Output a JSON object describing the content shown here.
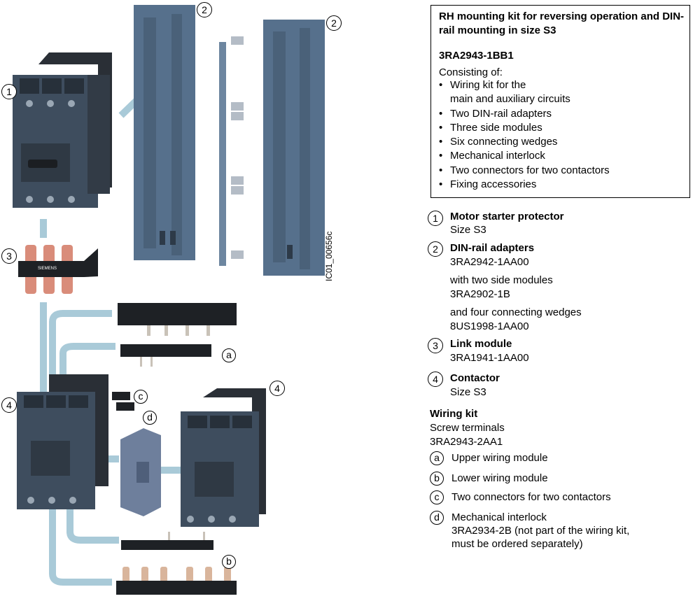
{
  "kit": {
    "title": "RH mounting kit for reversing operation and DIN-rail mounting in size S3",
    "order_number": "3RA2943-1BB1",
    "consisting_of": "Consisting of:",
    "items": [
      "Wiring kit for the",
      "main and auxiliary circuits",
      "Two DIN-rail adapters",
      "Three side modules",
      "Six connecting wedges",
      "Mechanical interlock",
      "Two connectors for two contactors",
      "Fixing accessories"
    ]
  },
  "legend": [
    {
      "marker": "1",
      "name": "Motor starter protector",
      "lines": [
        "Size S3"
      ]
    },
    {
      "marker": "2",
      "name": "DIN-rail adapters",
      "lines": [
        "3RA2942-1AA00",
        "with two side modules",
        "3RA2902-1B",
        "and four connecting wedges",
        "8US1998-1AA00"
      ]
    },
    {
      "marker": "3",
      "name": "Link module",
      "lines": [
        "3RA1941-1AA00"
      ]
    },
    {
      "marker": "4",
      "name": "Contactor",
      "lines": [
        "Size S3"
      ]
    }
  ],
  "wiring_kit": {
    "title": "Wiring kit",
    "terminals": "Screw terminals",
    "order_number": "3RA2943-2AA1",
    "parts": [
      {
        "marker": "a",
        "text": "Upper wiring module"
      },
      {
        "marker": "b",
        "text": "Lower wiring module"
      },
      {
        "marker": "c",
        "text": "Two connectors for two contactors"
      },
      {
        "marker": "d",
        "text": "Mechanical interlock",
        "extra": [
          "3RA2934-2B (not part of the wiring kit,",
          "must be ordered separately)"
        ]
      }
    ]
  },
  "drawing": {
    "code": "IC01_00656c",
    "brand": "SIEMENS",
    "callouts": [
      "1",
      "2",
      "2",
      "3",
      "4",
      "4",
      "a",
      "b",
      "c",
      "d"
    ]
  },
  "colors": {
    "device_body": "#3e4d5e",
    "device_dark": "#2a2f36",
    "adapter": "#56708c",
    "guide_line": "#a9cad8",
    "link_copper": "#d98c7a"
  }
}
